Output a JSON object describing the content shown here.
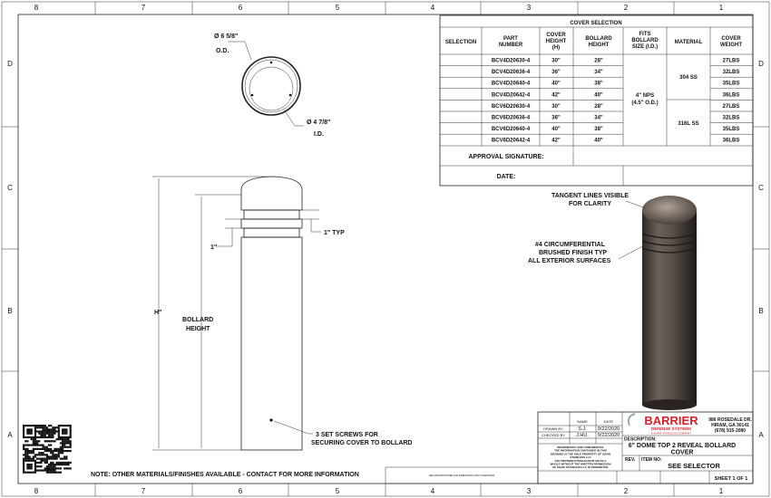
{
  "zones": {
    "columns": [
      "8",
      "7",
      "6",
      "5",
      "4",
      "3",
      "2",
      "1"
    ],
    "rows": [
      "D",
      "C",
      "B",
      "A"
    ]
  },
  "top_view": {
    "od_value": "Ø 6 5/8\"",
    "od_label": "O.D.",
    "id_value": "Ø 4 7/8\"",
    "id_label": "I.D."
  },
  "side_view": {
    "h_label": "H\"",
    "bollard_height_line1": "BOLLARD",
    "bollard_height_line2": "HEIGHT",
    "reveal_label": "1\"",
    "reveal_typ_label": "1\" TYP",
    "set_screws_line1": "3 SET SCREWS FOR",
    "set_screws_line2": "SECURING COVER TO BOLLARD"
  },
  "iso_view": {
    "note1_line1": "TANGENT LINES VISIBLE",
    "note1_line2": "FOR CLARITY",
    "note2_line1": "#4 CIRCUMFERENTIAL",
    "note2_line2": "BRUSHED FINISH TYP",
    "note2_line3": "ALL EXTERIOR SURFACES",
    "finish_color": "#5a5048"
  },
  "cover_table": {
    "title": "COVER SELECTION",
    "headers": {
      "selection": "SELECTION",
      "part_number": [
        "PART",
        "NUMBER"
      ],
      "cover_height": [
        "COVER",
        "HEIGHT",
        "(H)"
      ],
      "bollard_height": [
        "BOLLARD",
        "HEIGHT"
      ],
      "fits": [
        "FITS",
        "BOLLARD",
        "SIZE (I.D.)"
      ],
      "material": "MATERIAL",
      "cover_weight": [
        "COVER",
        "WEIGHT"
      ]
    },
    "rows": [
      {
        "part": "BCV4D20630-4",
        "cover_height": "30\"",
        "bollard_height": "28\"",
        "weight": "27LBS"
      },
      {
        "part": "BCV4D20636-4",
        "cover_height": "36\"",
        "bollard_height": "34\"",
        "weight": "32LBS"
      },
      {
        "part": "BCV4D20640-4",
        "cover_height": "40\"",
        "bollard_height": "38\"",
        "weight": "35LBS"
      },
      {
        "part": "BCV4D20642-4",
        "cover_height": "42\"",
        "bollard_height": "40\"",
        "weight": "36LBS"
      },
      {
        "part": "BCV6D20630-4",
        "cover_height": "30\"",
        "bollard_height": "28\"",
        "weight": "27LBS"
      },
      {
        "part": "BCV6D20636-4",
        "cover_height": "36\"",
        "bollard_height": "34\"",
        "weight": "32LBS"
      },
      {
        "part": "BCV6D20640-4",
        "cover_height": "40\"",
        "bollard_height": "38\"",
        "weight": "35LBS"
      },
      {
        "part": "BCV6D20642-4",
        "cover_height": "42\"",
        "bollard_height": "40\"",
        "weight": "36LBS"
      }
    ],
    "fits_value": [
      "4\" NPS",
      "(4.5\" O.D.)"
    ],
    "materials": [
      "304 SS",
      "316L SS"
    ],
    "approval_label": "APPROVAL SIGNATURE:",
    "date_label": "DATE:"
  },
  "title_block": {
    "name_header": "NAME",
    "date_header": "DATE",
    "drawn_by_label": "DRAWN BY",
    "drawn_by_name": "S.J.",
    "drawn_by_date": "9/22/2020",
    "checked_by_label": "CHECKED BY",
    "checked_by_name": "J.HU.",
    "checked_by_date": "9/22/2020",
    "proprietary": [
      "PROPRIETARY AND CONFIDENTIAL",
      "THE INFORMATION CONTAINED IN THIS",
      "DRAWING IS THE SOLE PROPERTY OF SHAW",
      "STAINLESS LLC",
      "ANY REPRODUCTION IN PART OR AS A",
      "WHOLE WITHOUT THE WRITTEN PERMISSION",
      "OF SHAW STAINLESS LLC IS PROHIBITED."
    ],
    "company_name": "BARRIER",
    "company_sub": "DEFENSE SYSTEMS",
    "company_tagline": "A SHAW STAINLESS COMPANY",
    "brand_color": "#d0202a",
    "address": [
      "986 ROSEDALE DR.",
      "HIRAM, GA 30141",
      "(678) 915-2080"
    ],
    "description_label": "DESCRIPTION:",
    "description": [
      "6\" DOME TOP 2 REVEAL BOLLARD",
      "COVER"
    ],
    "rev_label": "REV.",
    "item_label": "ITEM NO:",
    "item_value": "SEE SELECTOR",
    "sheet": "SHEET 1 OF 1",
    "small_note": "SEE MANUFACTURER FOR DIMENSIONS AND TOLERANCES"
  },
  "bottom_note": "NOTE: OTHER MATERIALS/FINISHES AVAILABLE - CONTACT FOR MORE INFORMATION"
}
